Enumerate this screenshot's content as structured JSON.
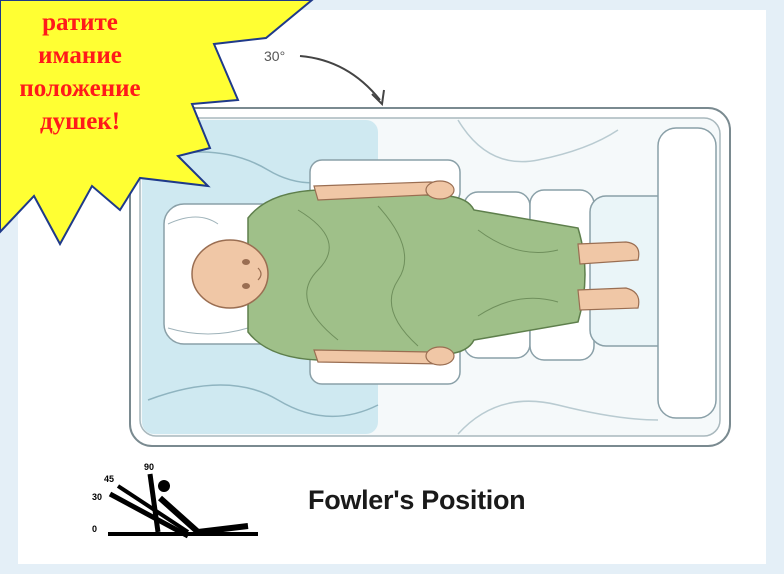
{
  "callout": {
    "lines": [
      "ратите",
      "имание",
      "положение",
      "душек!"
    ],
    "fill_color": "#ffff33",
    "text_color": "#ff1a1a"
  },
  "illustration": {
    "angle_label": "30°",
    "caption": "Fowler's Position",
    "gown_color": "#9fc089",
    "sheet_color": "#c8e6ee"
  },
  "position_diagram": {
    "tick_labels": [
      "90",
      "45",
      "30",
      "0"
    ]
  }
}
